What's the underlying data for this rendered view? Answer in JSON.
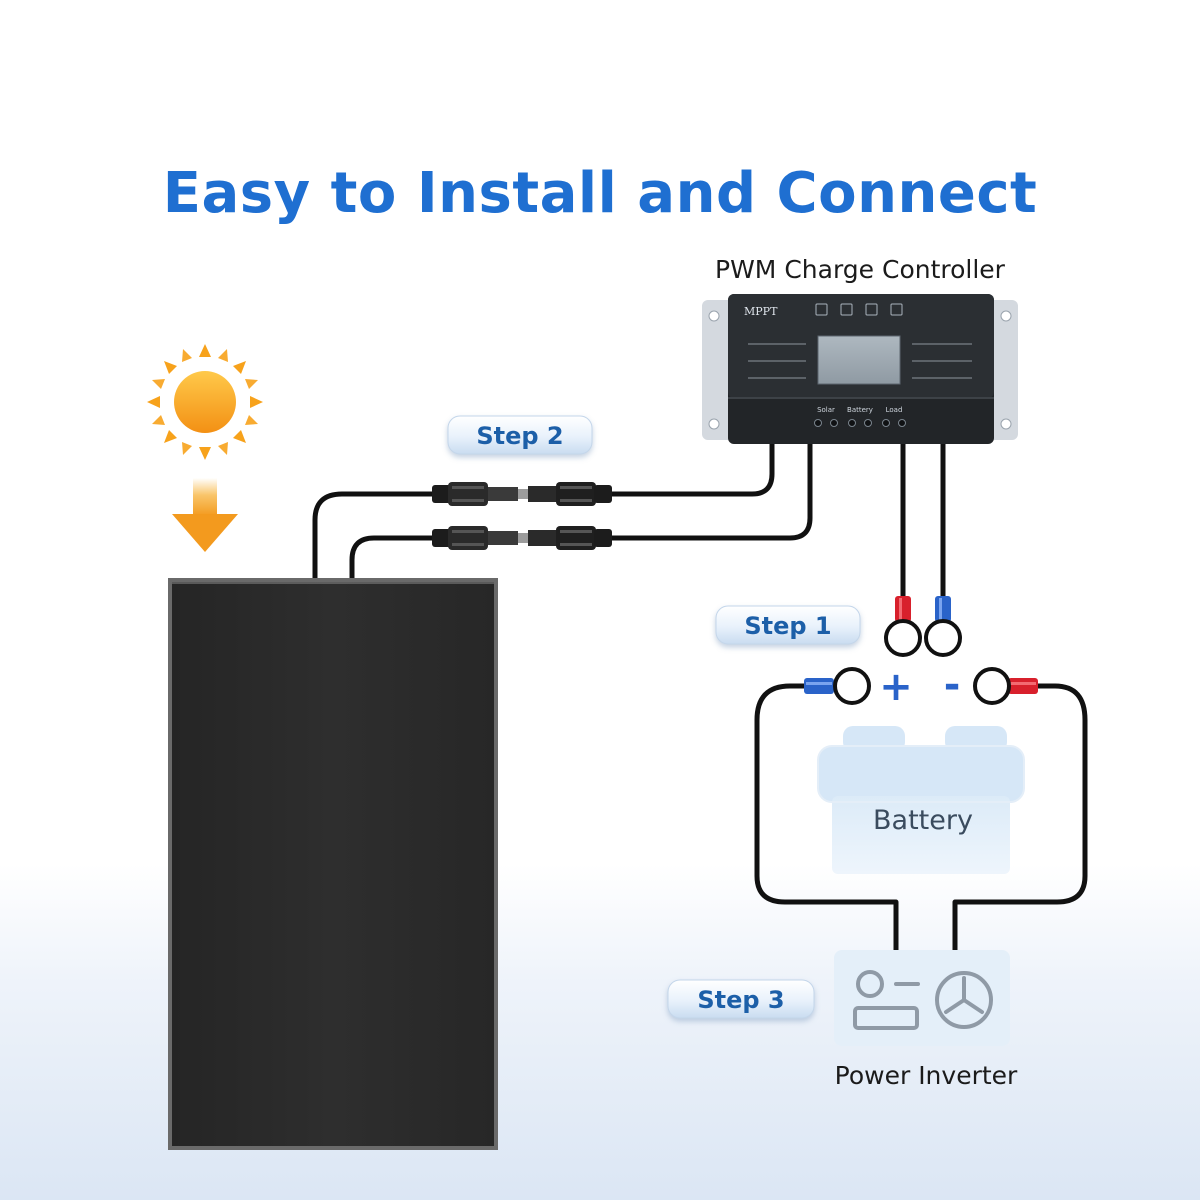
{
  "title": "Easy to Install and Connect",
  "controller": {
    "label": "PWM Charge Controller",
    "brand": "MPPT",
    "bottom_labels": [
      "Solar",
      "Battery",
      "Load"
    ]
  },
  "steps": {
    "step1": "Step 1",
    "step2": "Step 2",
    "step3": "Step 3"
  },
  "battery": {
    "label": "Battery",
    "plus": "+",
    "minus": "-"
  },
  "inverter": {
    "label": "Power Inverter"
  },
  "colors": {
    "title_blue": "#1f6fd1",
    "step_text_blue": "#1f5ea8",
    "sun_orange": "#f7a21b",
    "positive_red": "#d8202c",
    "negative_blue": "#2a63c9",
    "panel_dark": "#2b2b2b"
  },
  "icons": [
    "sun-icon",
    "down-arrow-icon",
    "solar-panel",
    "mc4-connector",
    "ring-terminal",
    "battery-icon",
    "inverter-icon",
    "fan-icon"
  ]
}
